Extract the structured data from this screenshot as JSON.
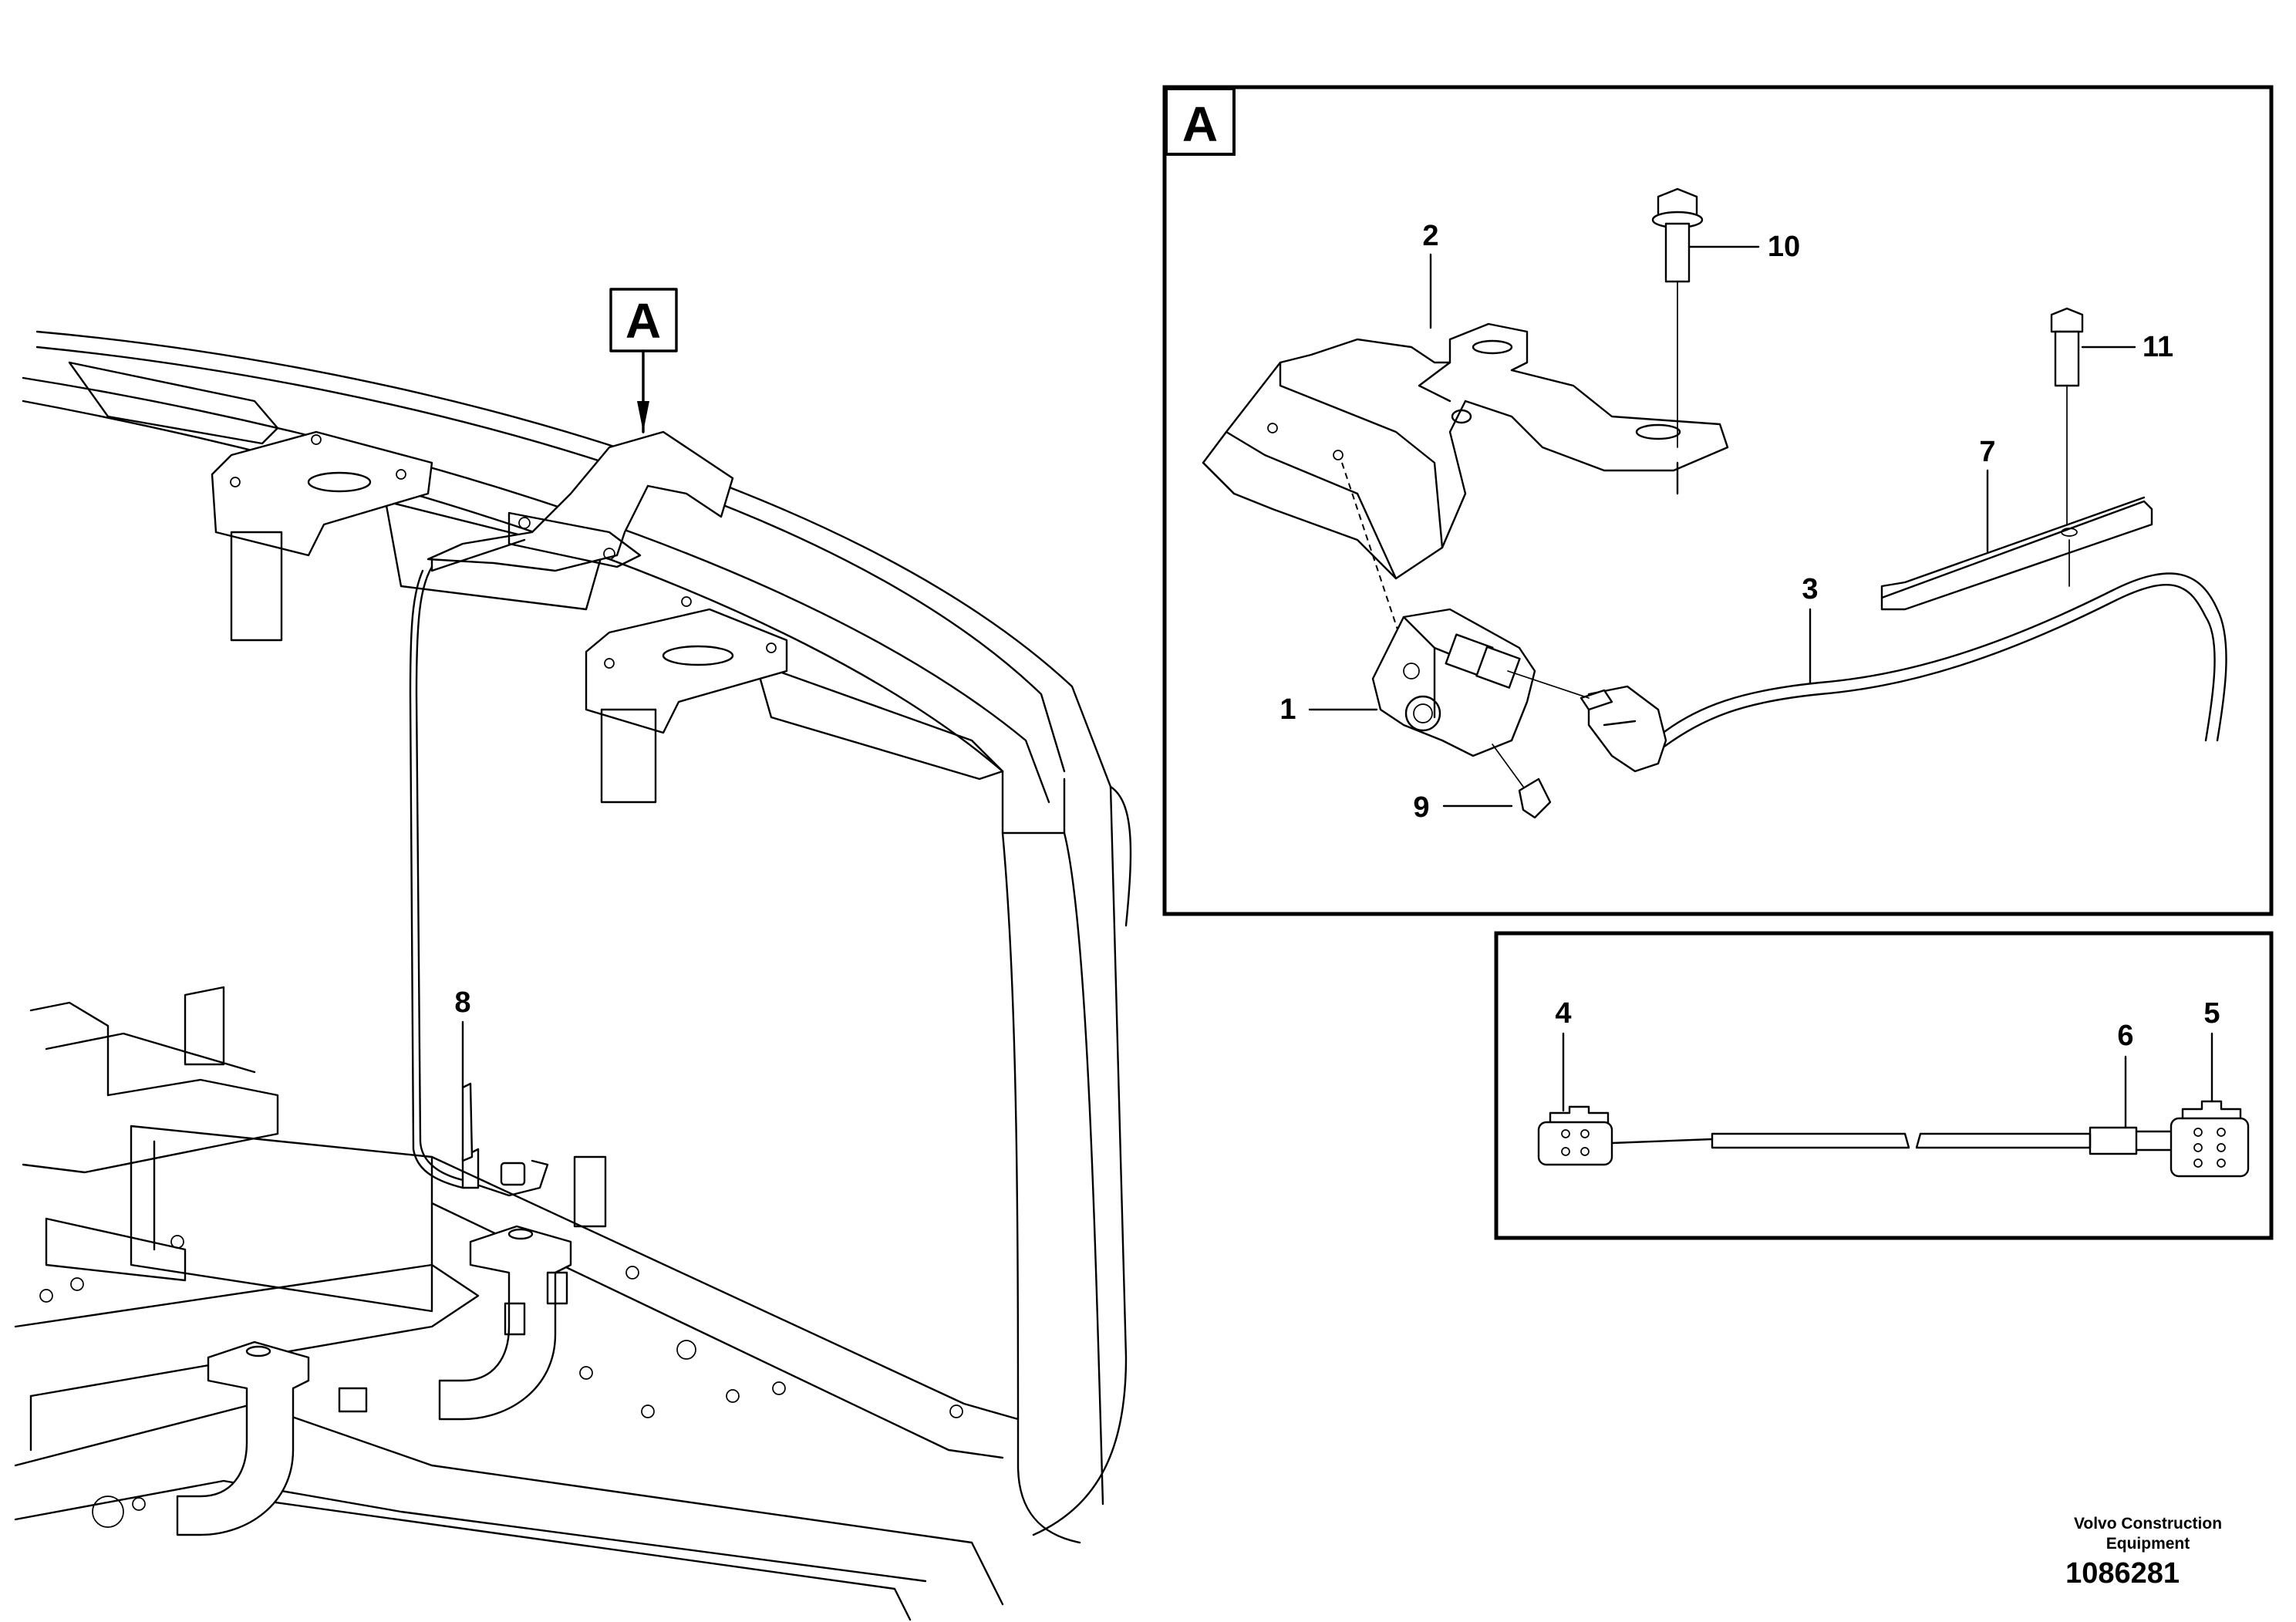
{
  "view_marker": "A",
  "callouts": {
    "c1": "1",
    "c2": "2",
    "c3": "3",
    "c4": "4",
    "c5": "5",
    "c6": "6",
    "c7": "7",
    "c8": "8",
    "c9": "9",
    "c10": "10",
    "c11": "11"
  },
  "footer": {
    "brand_line1": "Volvo Construction",
    "brand_line2": "Equipment",
    "drawing_number": "1086281"
  }
}
